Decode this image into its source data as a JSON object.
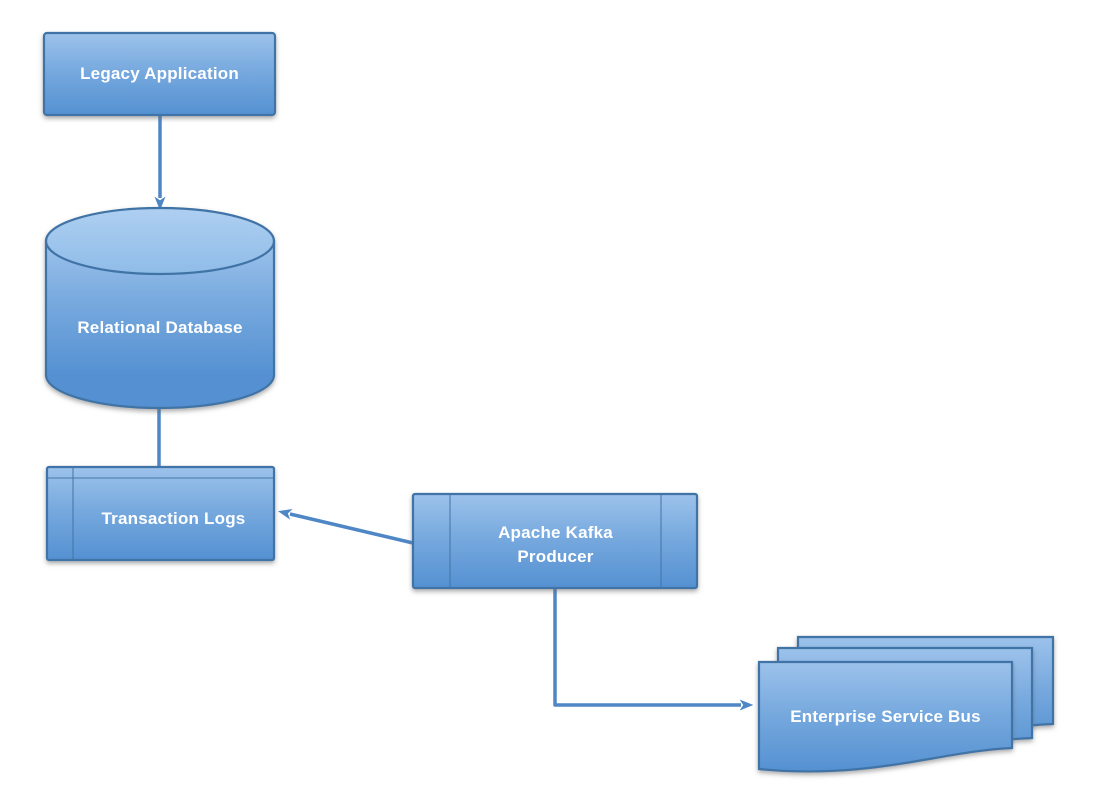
{
  "diagram": {
    "nodes": {
      "legacy_application": {
        "label": "Legacy Application",
        "shape": "process-box"
      },
      "relational_database": {
        "label": "Relational Database",
        "shape": "database-cylinder"
      },
      "transaction_logs": {
        "label": "Transaction Logs",
        "shape": "internal-storage"
      },
      "kafka_producer": {
        "lines": [
          "Apache Kafka",
          "Producer"
        ],
        "shape": "predefined-process"
      },
      "enterprise_service_bus": {
        "label": "Enterprise Service Bus",
        "shape": "multi-document"
      }
    },
    "edges": [
      {
        "from": "legacy_application",
        "to": "relational_database",
        "arrowhead": true
      },
      {
        "from": "relational_database",
        "to": "transaction_logs",
        "arrowhead": false
      },
      {
        "from": "kafka_producer",
        "to": "transaction_logs",
        "arrowhead": true
      },
      {
        "from": "kafka_producer",
        "to": "enterprise_service_bus",
        "arrowhead": true
      }
    ],
    "colors": {
      "shape_fill_top": "#9CC2EB",
      "shape_fill_bottom": "#5591D2",
      "shape_border": "#4173A6",
      "connector": "#4E86C6",
      "text": "#FFFFFF",
      "background": "#FFFFFF"
    }
  }
}
